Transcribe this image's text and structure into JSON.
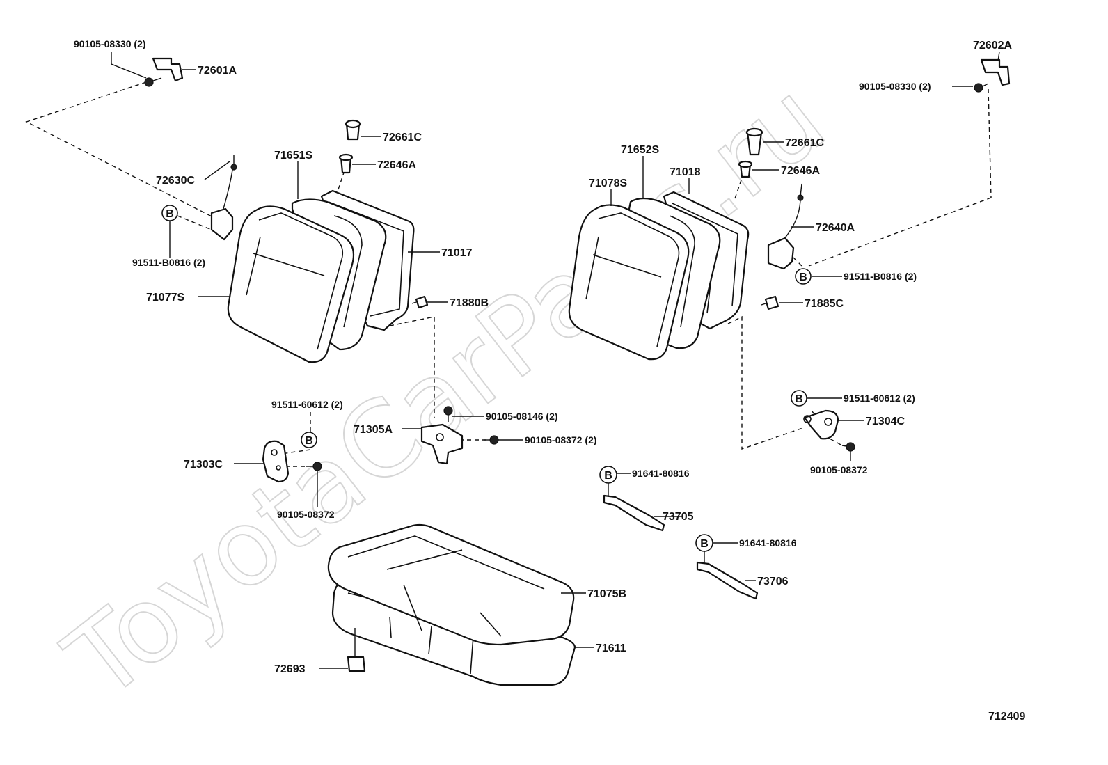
{
  "watermark": "ToyotaCarParts.ru",
  "diagram_code": "712409",
  "ref_marker": "B",
  "labels": {
    "p90105_08330_left": "90105-08330 (2)",
    "p72601A": "72601A",
    "p72602A": "72602A",
    "p90105_08330_right": "90105-08330 (2)",
    "p72661C_left": "72661C",
    "p72646A_left": "72646A",
    "p71651S": "71651S",
    "p72630C": "72630C",
    "p91511_B0816_left": "91511-B0816 (2)",
    "p71017": "71017",
    "p71077S": "71077S",
    "p71880B": "71880B",
    "p71652S": "71652S",
    "p71018": "71018",
    "p71078S": "71078S",
    "p72661C_right": "72661C",
    "p72646A_right": "72646A",
    "p72640A": "72640A",
    "p91511_B0816_right": "91511-B0816 (2)",
    "p71885C": "71885C",
    "p91511_60612_left": "91511-60612 (2)",
    "p71303C": "71303C",
    "p90105_08372_left": "90105-08372",
    "p90105_08146": "90105-08146 (2)",
    "p71305A": "71305A",
    "p90105_08372_mid": "90105-08372 (2)",
    "p91511_60612_right": "91511-60612 (2)",
    "p71304C": "71304C",
    "p90105_08372_right": "90105-08372",
    "p91641_80816_a": "91641-80816",
    "p73705": "73705",
    "p91641_80816_b": "91641-80816",
    "p73706": "73706",
    "p71075B": "71075B",
    "p71611": "71611",
    "p72693": "72693"
  }
}
